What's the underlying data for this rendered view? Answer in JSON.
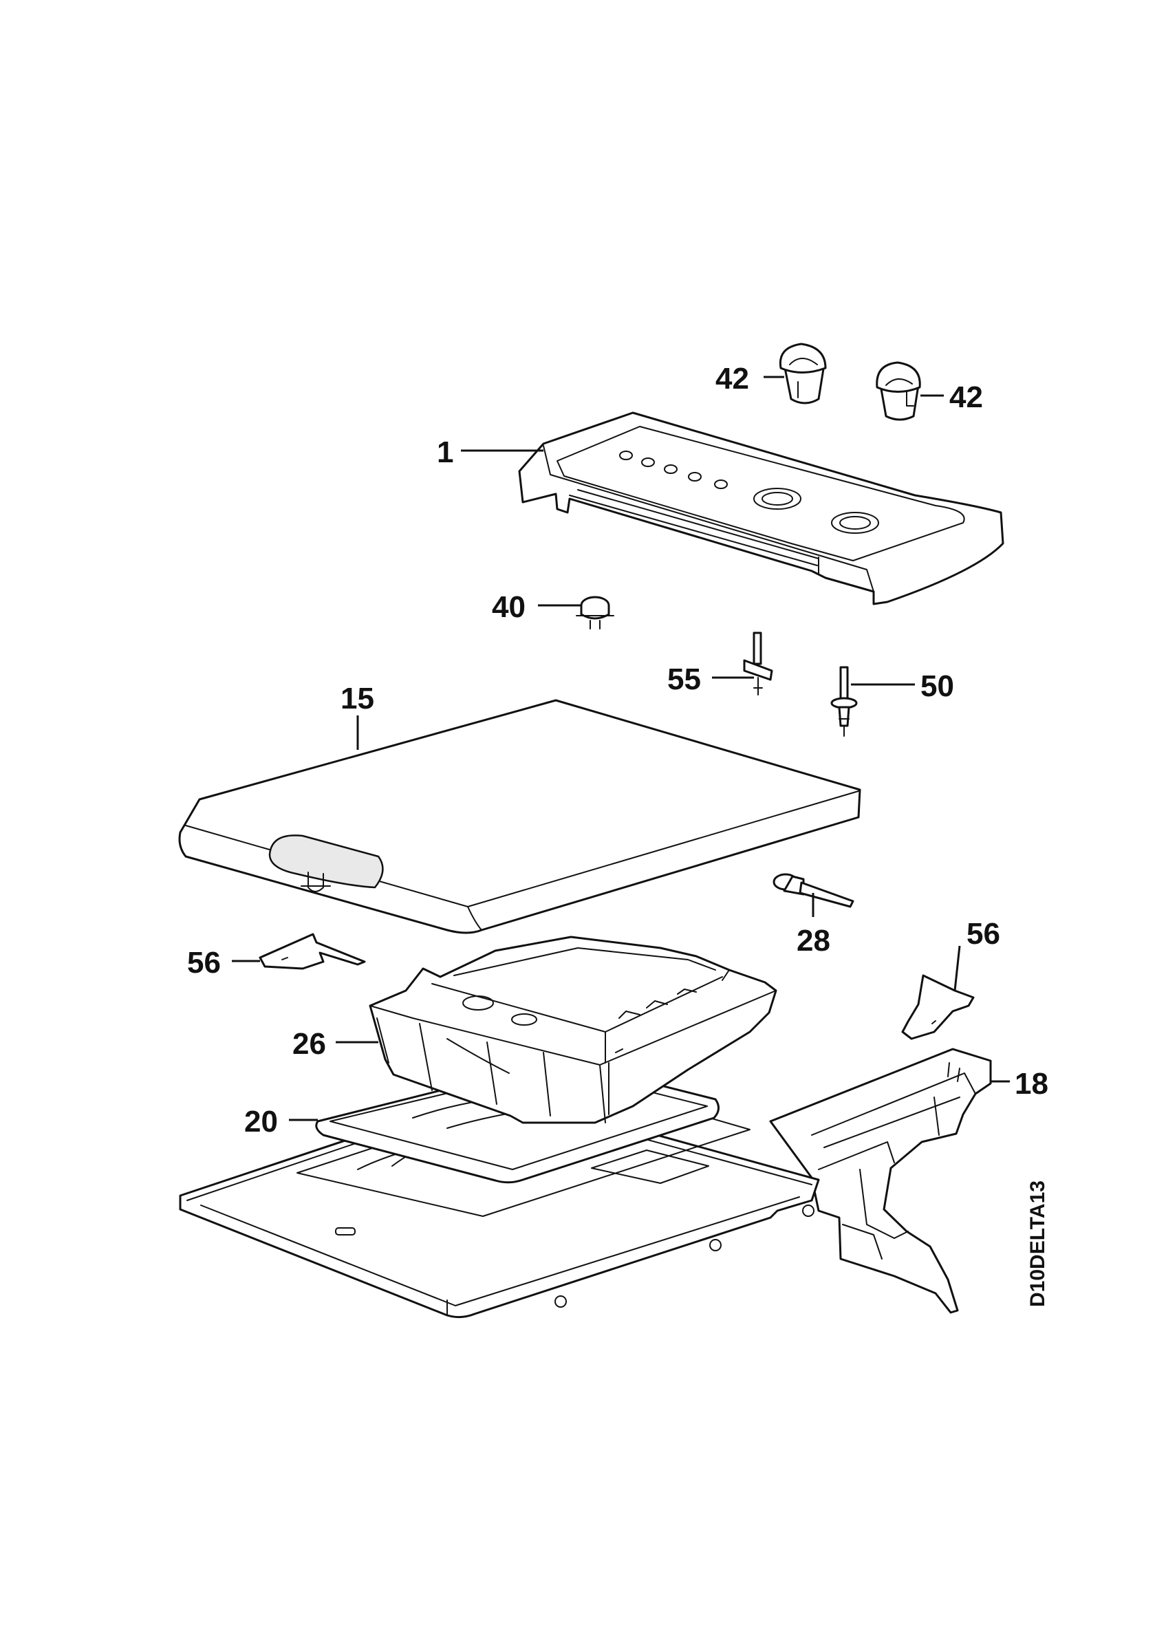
{
  "drawing_code": "D10DELTA13",
  "callouts": {
    "c42a": "42",
    "c42b": "42",
    "c1": "1",
    "c40": "40",
    "c55": "55",
    "c50": "50",
    "c15": "15",
    "c28": "28",
    "c56a": "56",
    "c56b": "56",
    "c26": "26",
    "c18": "18",
    "c20": "20"
  }
}
